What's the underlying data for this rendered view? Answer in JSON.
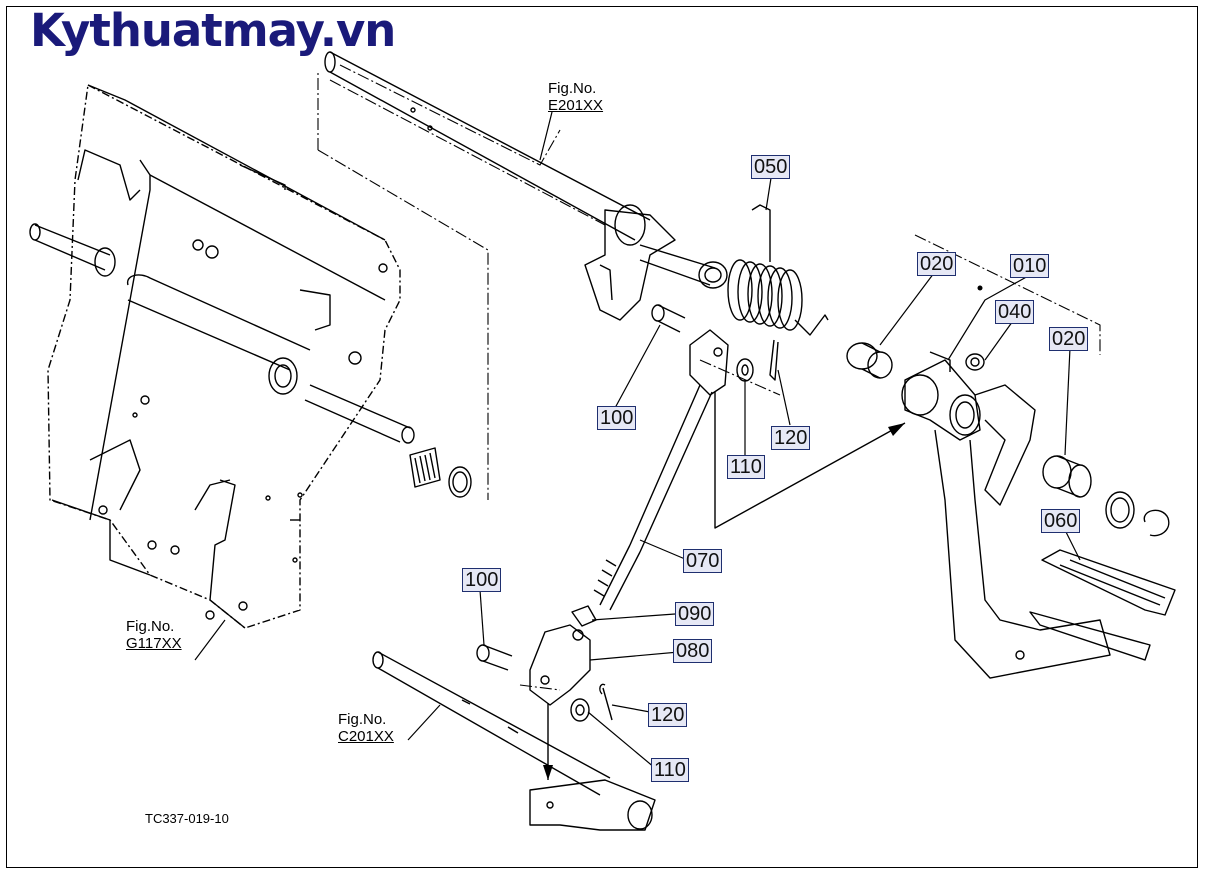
{
  "brand": {
    "text": "Kythuatmay.vn",
    "color": "#1a1a7a"
  },
  "drawing_code": "TC337-019-10",
  "figure_refs": [
    {
      "label": "Fig.No.",
      "code": "E201XX"
    },
    {
      "label": "Fig.No.",
      "code": "G117XX"
    },
    {
      "label": "Fig.No.",
      "code": "C201XX"
    }
  ],
  "part_callouts": [
    "050",
    "020",
    "010",
    "040",
    "020",
    "100",
    "120",
    "110",
    "060",
    "070",
    "100",
    "090",
    "080",
    "120",
    "110"
  ],
  "colors": {
    "callout_border": "#1f2f6f",
    "callout_fill": "#e6e8f5",
    "line": "#000000"
  }
}
